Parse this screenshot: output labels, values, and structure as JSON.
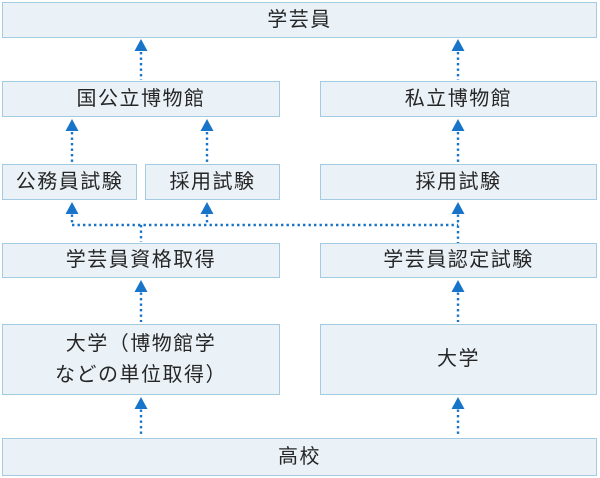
{
  "colors": {
    "background": "#ffffff",
    "box_fill": "#eaf2f8",
    "box_border": "#a3cbe1",
    "arrow": "#1874c8",
    "text": "#262626"
  },
  "boxes": {
    "curator": {
      "label": "学芸員"
    },
    "public_museum": {
      "label": "国公立博物館"
    },
    "private_museum": {
      "label": "私立博物館"
    },
    "civil_service_exam": {
      "label": "公務員試験"
    },
    "employment_exam_public": {
      "label": "採用試験"
    },
    "employment_exam_private": {
      "label": "採用試験"
    },
    "curator_qualification": {
      "label": "学芸員資格取得"
    },
    "curator_certification_exam": {
      "label": "学芸員認定試験"
    },
    "university_museology": {
      "line1": "大学（博物館学",
      "line2": "などの単位取得）"
    },
    "university": {
      "label": "大学"
    },
    "high_school": {
      "label": "高校"
    }
  },
  "edges": [
    {
      "from": "国公立博物館",
      "to": "学芸員"
    },
    {
      "from": "私立博物館",
      "to": "学芸員"
    },
    {
      "from": "公務員試験",
      "to": "国公立博物館"
    },
    {
      "from": "採用試験",
      "to": "国公立博物館"
    },
    {
      "from": "採用試験",
      "to": "私立博物館"
    },
    {
      "from": "学芸員資格取得",
      "to": "公務員試験"
    },
    {
      "from": "学芸員資格取得",
      "to": "採用試験"
    },
    {
      "from": "学芸員認定試験",
      "to": "採用試験"
    },
    {
      "from": "大学（博物館学などの単位取得）",
      "to": "学芸員資格取得"
    },
    {
      "from": "大学",
      "to": "学芸員認定試験"
    },
    {
      "from": "高校",
      "to": "大学（博物館学などの単位取得）"
    },
    {
      "from": "高校",
      "to": "大学"
    }
  ]
}
